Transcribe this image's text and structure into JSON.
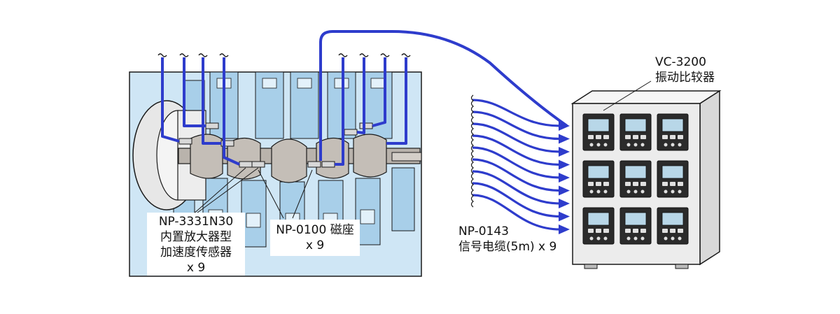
{
  "labels": {
    "comparator": {
      "model": "VC-3200",
      "name": "振动比较器"
    },
    "cable": {
      "model": "NP-0143",
      "desc": "信号电缆(5m) x 9"
    },
    "sensor": {
      "model": "NP-3331N30",
      "desc1": "内置放大器型",
      "desc2": "加速度传感器",
      "qty": "x 9"
    },
    "base": {
      "model": "NP-0100 磁座",
      "qty": "x 9"
    }
  },
  "colors": {
    "cable": "#2e3ccc",
    "machine_bg": "#cfe6f5",
    "machine_part": "#9fc9e6",
    "shaft": "#b9b3ac",
    "cabinet": "#ececec"
  },
  "counts": {
    "sensors": 9,
    "cables": 9,
    "modules": 9
  }
}
